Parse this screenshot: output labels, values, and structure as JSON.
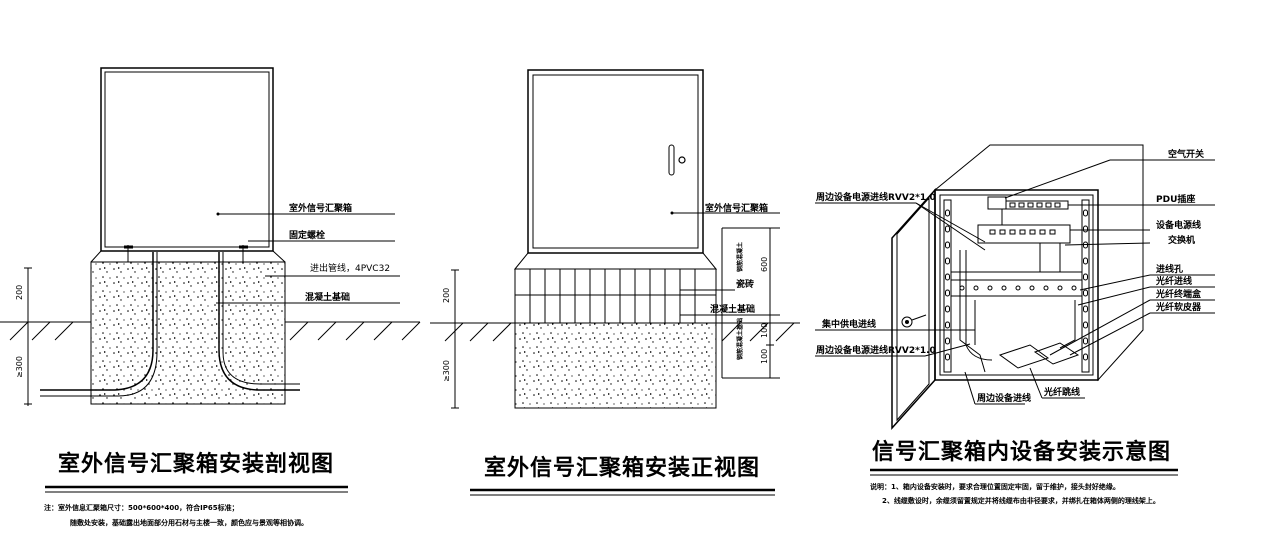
{
  "left_view": {
    "title": "室外信号汇聚箱安装剖视图",
    "labels": {
      "box": "室外信号汇聚箱",
      "bolt": "固定螺栓",
      "pipe": "进出管线，4PVC32",
      "concrete": "混凝土基础"
    },
    "dims": {
      "top": "200",
      "bottom": "≥300"
    },
    "notes": [
      "注：室外信息汇聚箱尺寸：500*600*400，符合IP65标准；",
      "随敷处安装，基础露出地面部分用石材与主楼一致，颜色应与景观等相协调。"
    ]
  },
  "middle_view": {
    "title": "室外信号汇聚箱安装正视图",
    "labels": {
      "box": "室外信号汇聚箱",
      "tile": "瓷砖",
      "concrete": "混凝土基础"
    },
    "dims": {
      "top": "200",
      "bottom": "≥300",
      "d600": "600",
      "d100a": "100",
      "d100b": "100"
    },
    "vert_labels": {
      "a": "钢筋混凝土",
      "b": "钢筋混凝土基础"
    }
  },
  "right_view": {
    "title": "信号汇聚箱内设备安装示意图",
    "labels": {
      "air_switch": "空气开关",
      "pdu": "PDU插座",
      "power_line": "设备电源线",
      "switch": "交换机",
      "cable_hole": "进线孔",
      "fiber_in": "光纤进线",
      "fiber_term": "光纤终端盒",
      "fiber_jumper": "光纤软皮器",
      "peri_power1": "周边设备电源进线RVV2*1.0",
      "central_power": "集中供电进线",
      "peri_power2": "周边设备电源进线RVV2*1.0",
      "peri_in": "周边设备进线",
      "fiber_tail": "光纤跳线"
    },
    "notes": [
      "说明：1、箱内设备安装时，要求合理位置固定牢固，留于维护，接头封好绝缘。",
      "2、线缆敷设时，余缆须留置规定并将线缆布由非径要求，并绑扎在箱体两侧的理线架上。"
    ]
  },
  "colors": {
    "ink": "#000000",
    "background": "#ffffff"
  }
}
